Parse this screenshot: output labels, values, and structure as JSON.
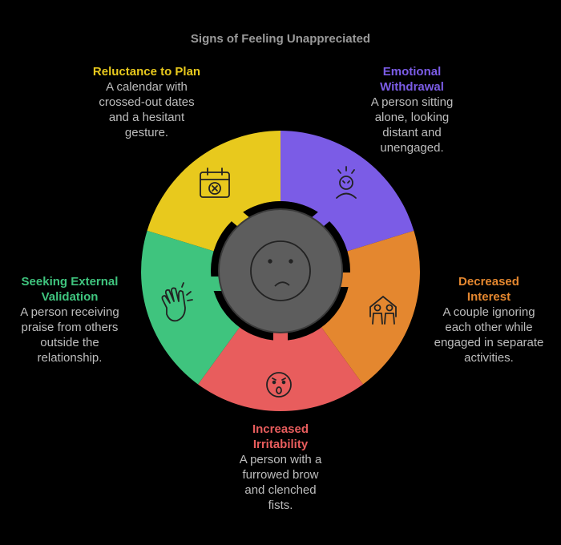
{
  "title": "Signs of Feeling Unappreciated",
  "center_icon": "sad-face-icon",
  "segments": [
    {
      "id": "reluctance",
      "color": "#e8c91d",
      "icon": "calendar-x-icon",
      "heading": "Reluctance to Plan",
      "description": "A calendar with crossed-out dates and a hesitant gesture."
    },
    {
      "id": "withdrawal",
      "color": "#7b5ce6",
      "icon": "distressed-person-icon",
      "heading": "Emotional Withdrawal",
      "description": "A person sitting alone, looking distant and unengaged."
    },
    {
      "id": "interest",
      "color": "#e4872f",
      "icon": "couple-house-icon",
      "heading": "Decreased Interest",
      "description": "A couple ignoring each other while engaged in separate activities."
    },
    {
      "id": "irritability",
      "color": "#e85d5d",
      "icon": "surprised-face-icon",
      "heading": "Increased Irritability",
      "description": "A person with a furrowed brow and clenched fists."
    },
    {
      "id": "validation",
      "color": "#3fc47e",
      "icon": "clapping-hands-icon",
      "heading": "Seeking External Validation",
      "description": "A person receiving praise from others outside the relationship."
    }
  ]
}
